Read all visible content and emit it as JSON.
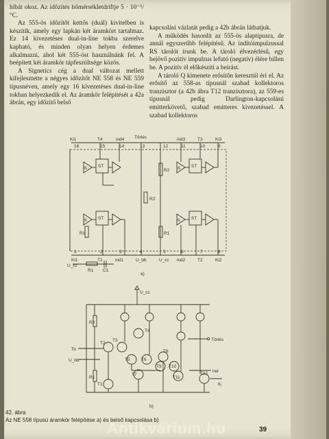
{
  "left_column": [
    "hibát okoz. Az időzítés hőmérsékletdriftje 5 · 10⁻⁵/°C.",
    "Az 555-ös időzítőt kettős (duál) kivitelben is készítik, amely egy lapkán két áramkört tartalmaz. Ez 14 kivezetéses dual-in-line tokba szerelve kapható, és minden olyan helyen érdemes alkalmazni, ahol két 555-öst használnánk fel. A beépített két áramkör tápfeszültsége közös.",
    "A Signetics cég a dual változat mellett kifejlesztette a négyes időzítőt NE 558 és NE 559 típusnéven, amely egy 16 kivezetéses dual-in-line tokban helyezkedik el. Az áramkör felépítését a 42a ábrán, egy időzítő belső"
  ],
  "right_column": [
    "kapcsolási vázlatát pedig a 42b ábrán láthatjuk.",
    "A működés hasonlít az 555-ös alaptípusra, de annál egyszerűbb felépítésű. Az indítóimpulzussal RS tárolót írunk be. A tároló élvezérlésű, egy bejövő pozitív impulzus lefutó (negatív) élére billen be. A pozitív él előkészíti a beírást.",
    "A tároló Q kimenete erősítőn keresztül éri el. Az erősítő az 558-as típusnál szabad kollektoros tranzisztor (a 42b ábra T12 tranzisztora), az 559-es típusnál pedig Darlington-kapcsolású emitterkövető, szabad emitteres kivezetéssel. A szabad kollektoros"
  ],
  "figure_a": {
    "top_labels": [
      "Ki1",
      "T4",
      "ind4",
      "Törlés",
      "ind3",
      "T3",
      "Ki3"
    ],
    "top_pins": [
      "16",
      "15",
      "14",
      "13",
      "12",
      "11",
      "10",
      "9"
    ],
    "bottom_pins": [
      "1",
      "2",
      "3",
      "4",
      "5",
      "6",
      "7",
      "8"
    ],
    "bottom_labels": [
      "Ki1",
      "T1",
      "ind1",
      "U_bb",
      "U_cc",
      "ind2",
      "T2",
      "Ki2"
    ],
    "components": [
      "R2",
      "R1",
      "R2",
      "R1"
    ],
    "block_labels": [
      "K",
      "ST",
      "K",
      "ST",
      "K",
      "ST",
      "K",
      "ST"
    ],
    "ext": [
      "U_cc",
      "R1",
      "C1"
    ],
    "sub": "a)"
  },
  "figure_b": {
    "labels": [
      "U_cc",
      "T4",
      "T3",
      "T5",
      "T6",
      "T8",
      "T2",
      "T7",
      "T9",
      "T10",
      "T11",
      "T12",
      "T1",
      "R1",
      "R2",
      "To",
      "U_bb",
      "Törlés",
      "ind",
      "Kᵢ"
    ],
    "sub": "b)"
  },
  "caption": {
    "title": "42. ábra",
    "text": "Az NE 558 típusú áramkör felépítése a) és belső kapcsolása b)"
  },
  "page_number": "39",
  "watermark": "Antikvárium.hu"
}
